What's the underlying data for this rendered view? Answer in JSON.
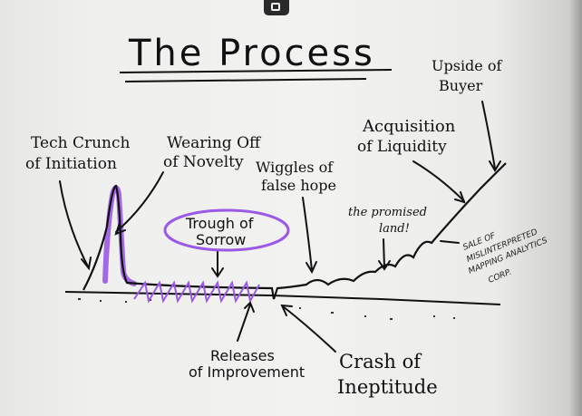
{
  "title": "The Process",
  "labels": {
    "tech_crunch_line1": "Tech Crunch",
    "tech_crunch_line2": "of Initiation",
    "wearing_off_line1": "Wearing Off",
    "wearing_off_line2": "of Novelty",
    "wiggles_line1": "Wiggles of",
    "wiggles_line2": "false hope",
    "trough_line1": "Trough of",
    "trough_line2": "Sorrow",
    "promised_line1": "the promised",
    "promised_line2": "land!",
    "acquisition_line1": "Acquisition",
    "acquisition_line2": "of Liquidity",
    "upside_line1": "Upside of",
    "upside_line2": "Buyer",
    "releases_line1": "Releases",
    "releases_line2": "of Improvement",
    "crash_line1": "Crash of",
    "crash_line2": "Ineptitude",
    "sale_line1": "SALE OF",
    "sale_line2": "MISLINTERPRETED",
    "sale_line3": "MAPPING ANALYTICS",
    "sale_line4": "CORP."
  },
  "colors": {
    "ink": "#111111",
    "highlight": "#9b59e6",
    "background": "#f2f2f0"
  },
  "icons": {
    "top_badge": "screen-share-icon"
  }
}
